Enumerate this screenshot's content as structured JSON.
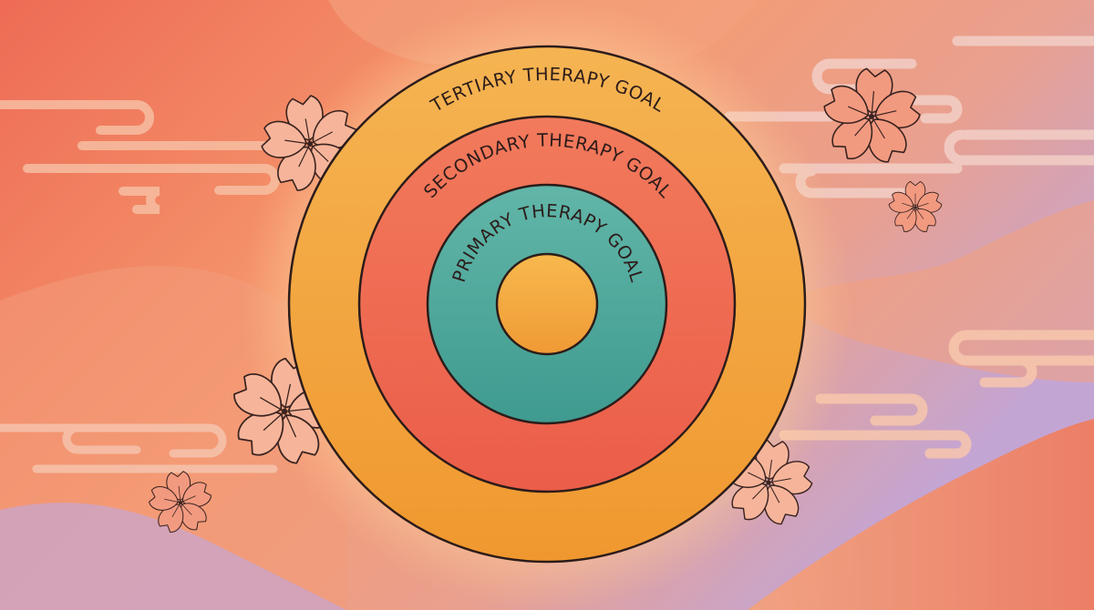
{
  "diagram": {
    "type": "concentric-rings",
    "rings": [
      {
        "id": "tertiary",
        "label": "Tertiary Therapy Goal",
        "color": "#f3a63f"
      },
      {
        "id": "secondary",
        "label": "Secondary Therapy Goal",
        "color": "#ee6c52"
      },
      {
        "id": "primary",
        "label": "Primary Therapy Goal",
        "color": "#4fa99d"
      }
    ],
    "center_color": "#f5ae44",
    "outline_color": "#2c1c1a"
  },
  "background": {
    "colors": [
      "#f0745a",
      "#f4a37e",
      "#c9a8cf"
    ],
    "decorations": [
      "cloud-swirl",
      "cherry-blossom-icon"
    ]
  }
}
